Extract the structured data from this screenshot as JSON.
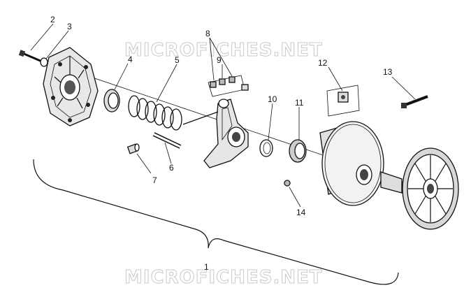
{
  "watermark_top": "MICROFICHES.NET",
  "watermark_bottom": "MICROFICHES.NET",
  "callouts": {
    "c1": "1",
    "c2": "2",
    "c3": "3",
    "c4": "4",
    "c5": "5",
    "c6": "6",
    "c7": "7",
    "c8": "8",
    "c9": "9",
    "c10": "10",
    "c11": "11",
    "c12": "12",
    "c13": "13",
    "c14": "14"
  }
}
